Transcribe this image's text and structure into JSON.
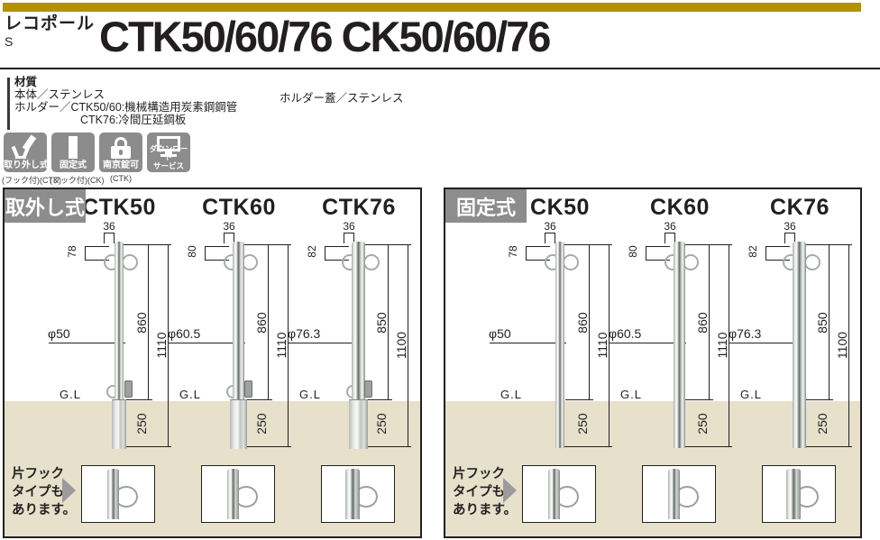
{
  "header": {
    "brand_top": "レコポール",
    "brand_bottom": "S",
    "title": "CTK50/60/76 CK50/60/76"
  },
  "materials": {
    "heading": "材質",
    "body": "本体／ステンレス",
    "holder_line1": "ホルダー／CTK50/60:機械構造用炭素鋼鋼管",
    "holder_line2": "CTK76:冷間圧延鋼板",
    "lid": "ホルダー蓋／ステンレス"
  },
  "feature_icons": [
    {
      "icon": "removable-pole-icon",
      "label": "取り外し式",
      "sub": "(フック付)(CTK)"
    },
    {
      "icon": "fixed-pole-icon",
      "label": "固定式",
      "sub": "(フック付)(CK)"
    },
    {
      "icon": "padlock-icon",
      "label": "南京錠可",
      "sub": "(CTK)"
    },
    {
      "icon": "download-monitor-icon",
      "label": "ダウンロード",
      "label2": "サービス"
    }
  ],
  "panels": [
    {
      "badge": "取外し式",
      "models": [
        {
          "name": "CTK50",
          "top_width": "36",
          "hook_offset": "78",
          "diameter": "φ50",
          "above_ground": "860",
          "total_length": "1110",
          "below_ground": "250",
          "ground_label": "G.L"
        },
        {
          "name": "CTK60",
          "top_width": "36",
          "hook_offset": "80",
          "diameter": "φ60.5",
          "above_ground": "860",
          "total_length": "1110",
          "below_ground": "250",
          "ground_label": "G.L"
        },
        {
          "name": "CTK76",
          "top_width": "36",
          "hook_offset": "82",
          "diameter": "φ76.3",
          "above_ground": "850",
          "total_length": "1100",
          "below_ground": "250",
          "ground_label": "G.L"
        }
      ],
      "note_lines": [
        "片フック",
        "タイプも",
        "あります。"
      ]
    },
    {
      "badge": "固定式",
      "models": [
        {
          "name": "CK50",
          "top_width": "36",
          "hook_offset": "78",
          "diameter": "φ50",
          "above_ground": "860",
          "total_length": "1110",
          "below_ground": "250",
          "ground_label": "G.L"
        },
        {
          "name": "CK60",
          "top_width": "36",
          "hook_offset": "80",
          "diameter": "φ60.5",
          "above_ground": "860",
          "total_length": "1110",
          "below_ground": "250",
          "ground_label": "G.L"
        },
        {
          "name": "CK76",
          "top_width": "36",
          "hook_offset": "82",
          "diameter": "φ76.3",
          "above_ground": "850",
          "total_length": "1100",
          "below_ground": "250",
          "ground_label": "G.L"
        }
      ],
      "note_lines": [
        "片フック",
        "タイプも",
        "あります。"
      ]
    }
  ],
  "colors": {
    "accent_gold": "#b29200",
    "ground_beige": "#e7e0cb",
    "icon_gray": "#8c8c8c",
    "badge_gray": "#8d8d8d",
    "text_dark": "#231f20"
  }
}
